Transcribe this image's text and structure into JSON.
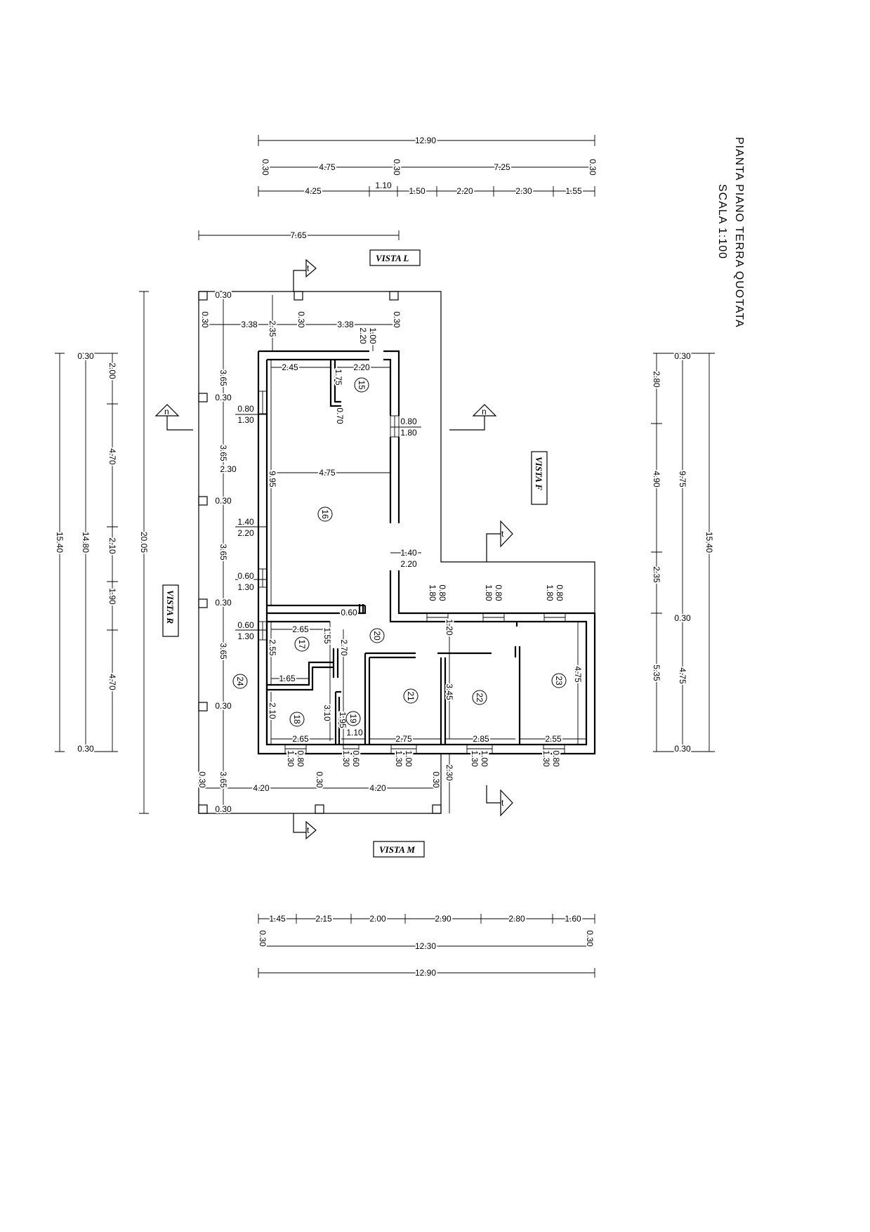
{
  "title": {
    "line1": "PIANTA PIANO TERRA QUOTATA",
    "line2": "SCALA 1:100"
  },
  "views": {
    "L": "VISTA L",
    "M": "VISTA M",
    "R": "VISTA R",
    "F": "VISTA F"
  },
  "section_marks": {
    "n1": "n",
    "n2": "n",
    "t1": "t",
    "t2": "t",
    "t3": "t",
    "t4": "t"
  },
  "rooms": [
    "15",
    "16",
    "17",
    "18",
    "19",
    "20",
    "21",
    "22",
    "23",
    "24"
  ],
  "dims": {
    "top": [
      "12.90",
      "0.30",
      "4.75",
      "0.30",
      "7.25",
      "0.30",
      "4.25",
      "1.10",
      "1.50",
      "2.20",
      "2.30",
      "1.55",
      "7.65"
    ],
    "portico": [
      "0.30",
      "0.30",
      "3.38",
      "2.35",
      "0.30",
      "3.38",
      "0.30",
      "2.20",
      "1.00",
      "3.65",
      "0.30",
      "3.65",
      "2.30",
      "0.30",
      "3.65",
      "0.30",
      "3.65",
      "0.30",
      "3.65",
      "0.30",
      "0.30",
      "4.20",
      "0.30",
      "4.20",
      "0.30",
      "2.30"
    ],
    "windows": [
      "0.80",
      "1.30",
      "1.40",
      "2.20",
      "0.60",
      "1.30",
      "0.60",
      "1.30",
      "0.80",
      "1.80",
      "1.40",
      "2.20",
      "1.80",
      "0.80",
      "1.80",
      "0.80",
      "1.80",
      "0.80",
      "1.30",
      "0.80",
      "1.30",
      "0.60",
      "1.30",
      "1.00",
      "1.30",
      "1.00",
      "1.30",
      "0.80"
    ],
    "interior": [
      "2.45",
      "2.20",
      "1.75",
      "0.70",
      "4.75",
      "9.95",
      "0.60",
      "2.65",
      "1.55",
      "2.70",
      "2.55",
      "1.65",
      "3.10",
      "2.10",
      "1.95",
      "1.10",
      "2.65",
      "2.75",
      "2.85",
      "2.55",
      "3.45",
      "4.75",
      "1.20"
    ],
    "left": [
      "0.30",
      "2.00",
      "4.70",
      "2.10",
      "1.90",
      "4.70",
      "14.80",
      "15.40",
      "20.05",
      "0.30"
    ],
    "right": [
      "0.30",
      "2.80",
      "9.75",
      "4.90",
      "2.35",
      "0.30",
      "5.35",
      "4.75",
      "0.30",
      "15.40"
    ],
    "bottom": [
      "1.45",
      "2.15",
      "2.00",
      "2.90",
      "2.80",
      "1.60",
      "0.30",
      "12.30",
      "0.30",
      "12.90"
    ]
  }
}
